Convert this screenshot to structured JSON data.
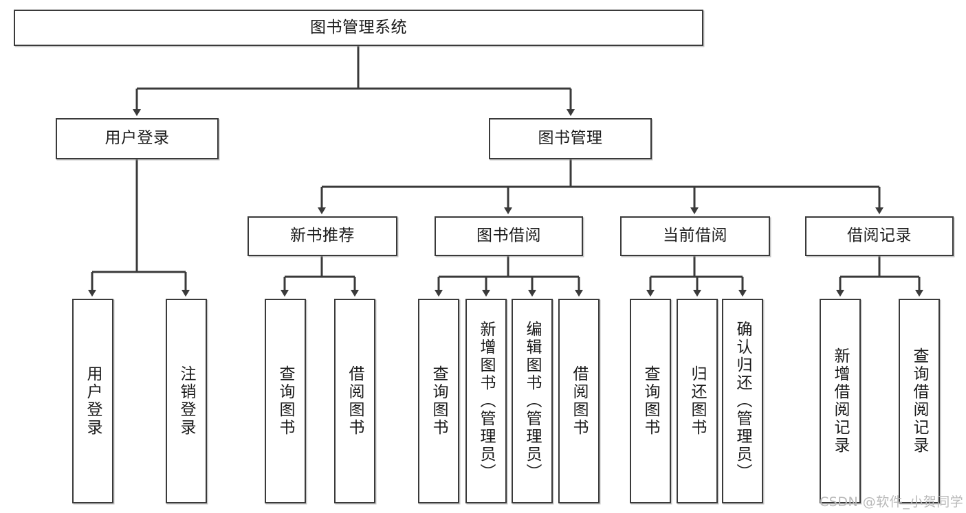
{
  "diagram": {
    "type": "tree-hierarchy",
    "title": "图书管理系统",
    "nodes": {
      "root": {
        "label": "图书管理系统",
        "level": 1
      },
      "l2": [
        {
          "id": "user-login",
          "label": "用户登录",
          "level": 2
        },
        {
          "id": "book-manage",
          "label": "图书管理",
          "level": 2
        }
      ],
      "l3": [
        {
          "id": "new-book-recommend",
          "label": "新书推荐",
          "level": 3,
          "parent": "book-manage"
        },
        {
          "id": "book-borrow",
          "label": "图书借阅",
          "level": 3,
          "parent": "book-manage"
        },
        {
          "id": "current-borrow",
          "label": "当前借阅",
          "level": 3,
          "parent": "book-manage"
        },
        {
          "id": "borrow-record",
          "label": "借阅记录",
          "level": 3,
          "parent": "book-manage"
        }
      ],
      "leaves": [
        {
          "id": "leaf-user-login",
          "label": "用户登录",
          "parent": "user-login"
        },
        {
          "id": "leaf-logout",
          "label": "注销登录",
          "parent": "user-login"
        },
        {
          "id": "leaf-query-book-1",
          "label": "查询图书",
          "parent": "new-book-recommend"
        },
        {
          "id": "leaf-borrow-book-1",
          "label": "借阅图书",
          "parent": "new-book-recommend"
        },
        {
          "id": "leaf-query-book-2",
          "label": "查询图书",
          "parent": "book-borrow"
        },
        {
          "id": "leaf-add-book",
          "label": "新增图书（管理员）",
          "parent": "book-borrow"
        },
        {
          "id": "leaf-edit-book",
          "label": "编辑图书（管理员）",
          "parent": "book-borrow"
        },
        {
          "id": "leaf-borrow-book-2",
          "label": "借阅图书",
          "parent": "book-borrow"
        },
        {
          "id": "leaf-query-book-3",
          "label": "查询图书",
          "parent": "current-borrow"
        },
        {
          "id": "leaf-return-book",
          "label": "归还图书",
          "parent": "current-borrow"
        },
        {
          "id": "leaf-confirm-return",
          "label": "确认归还（管理员）",
          "parent": "current-borrow"
        },
        {
          "id": "leaf-add-record",
          "label": "新增借阅记录",
          "parent": "borrow-record"
        },
        {
          "id": "leaf-query-record",
          "label": "查询借阅记录",
          "parent": "borrow-record"
        }
      ]
    },
    "colors": {
      "border": "#3a3a3a",
      "background": "#ffffff",
      "text": "#1a1a1a",
      "edge": "#3a3a3a",
      "watermark": "#b9b9b9"
    }
  },
  "watermark": {
    "text": "CSDN @软件_小贺同学"
  }
}
